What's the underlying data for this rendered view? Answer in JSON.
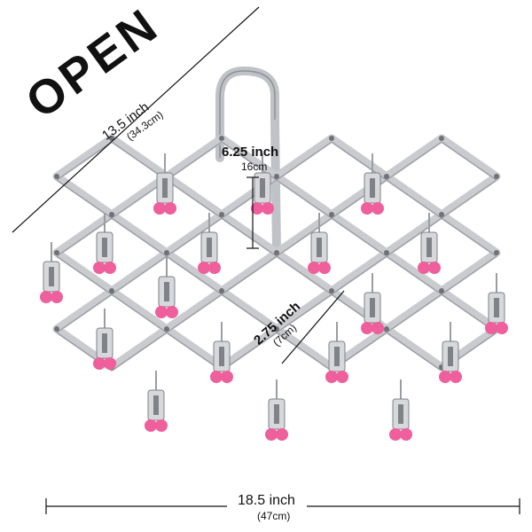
{
  "labels": {
    "open": "OPEN",
    "diagonal_inch": "13.5 inch",
    "diagonal_cm": "(34.3cm)",
    "height_inch": "6.25 inch",
    "height_cm": "16cm",
    "cell_inch": "2.75 inch",
    "cell_cm": "(7cm)",
    "width_inch": "18.5 inch",
    "width_cm": "(47cm)"
  },
  "colors": {
    "frame": "#c9cbcf",
    "frame_edge": "#8e9196",
    "clip_pink": "#ee5f9b",
    "text": "#111111"
  }
}
